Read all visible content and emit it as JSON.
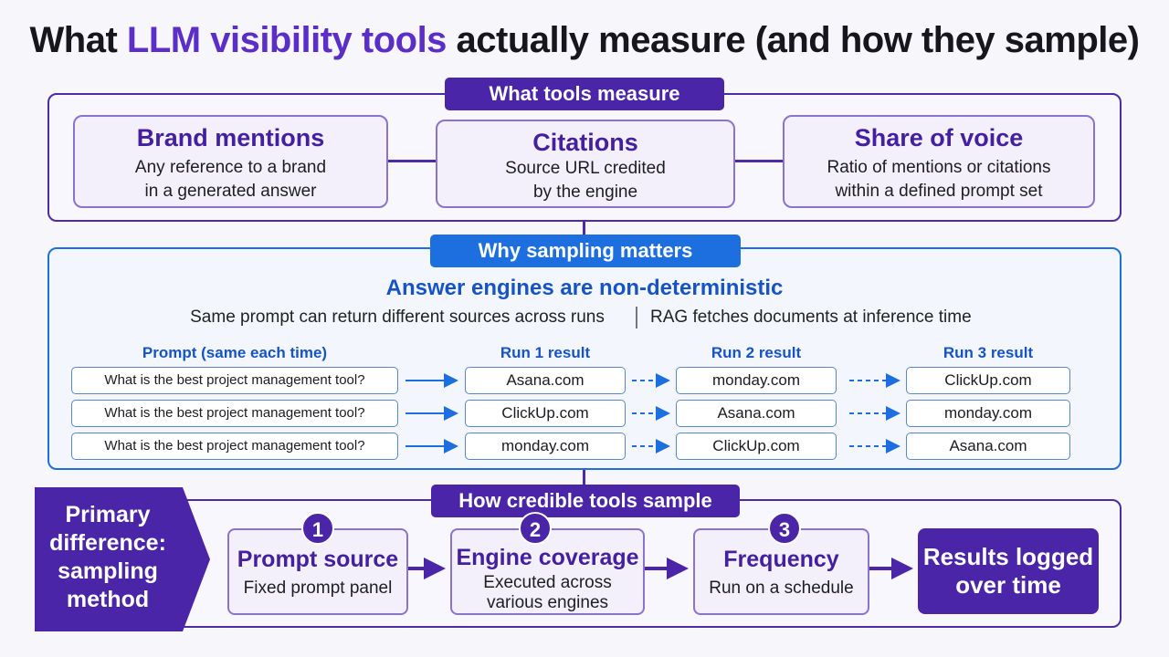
{
  "title": {
    "pre": "What ",
    "highlight": "LLM visibility tools",
    "post": " actually measure (and how they sample)"
  },
  "measure": {
    "badge": "What tools measure",
    "cards": [
      {
        "title": "Brand mentions",
        "line1": "Any reference to a brand",
        "line2": "in a generated answer"
      },
      {
        "title": "Citations",
        "line1": "Source URL credited",
        "line2": "by the engine"
      },
      {
        "title": "Share of voice",
        "line1": "Ratio of mentions or citations",
        "line2": "within a defined prompt set"
      }
    ]
  },
  "sampling": {
    "badge": "Why sampling matters",
    "heading": "Answer engines are non-deterministic",
    "note_left": "Same prompt can return different sources across runs",
    "note_right": "RAG fetches documents at inference time",
    "columns": [
      "Prompt (same each time)",
      "Run 1 result",
      "Run 2 result",
      "Run 3 result"
    ],
    "rows": [
      {
        "prompt": "What is the best project management tool?",
        "run1": "Asana.com",
        "run2": "monday.com",
        "run3": "ClickUp.com"
      },
      {
        "prompt": "What is the best project management tool?",
        "run1": "ClickUp.com",
        "run2": "Asana.com",
        "run3": "monday.com"
      },
      {
        "prompt": "What is the best project management tool?",
        "run1": "monday.com",
        "run2": "ClickUp.com",
        "run3": "Asana.com"
      }
    ]
  },
  "method": {
    "badge": "How credible tools sample",
    "chevron": {
      "line1": "Primary",
      "line2": "difference:",
      "line3": "sampling",
      "line4": "method"
    },
    "steps": [
      {
        "num": "1",
        "title": "Prompt source",
        "line1": "Fixed prompt panel",
        "line2": ""
      },
      {
        "num": "2",
        "title": "Engine coverage",
        "line1": "Executed across",
        "line2": "various engines"
      },
      {
        "num": "3",
        "title": "Frequency",
        "line1": "Run on a schedule",
        "line2": ""
      }
    ],
    "final": {
      "line1": "Results logged",
      "line2": "over time"
    }
  },
  "colors": {
    "purple": "#4a25a8",
    "blue": "#1d6fe0",
    "card_fill": "#f3f0fc"
  }
}
